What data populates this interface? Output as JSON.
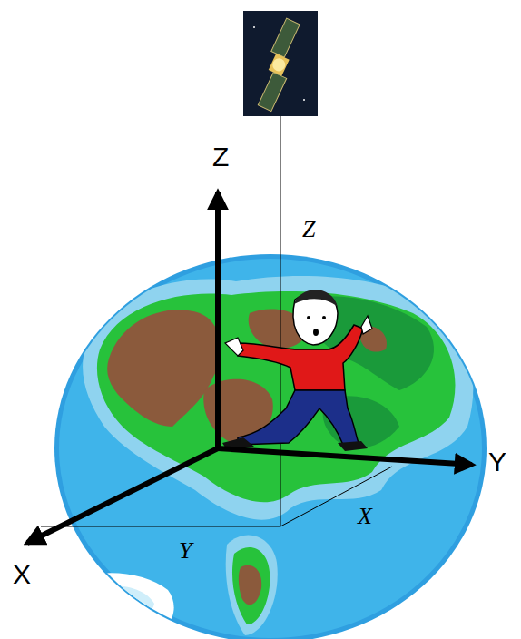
{
  "diagram": {
    "labels": [
      "Z",
      "Z",
      "Y",
      "X",
      "X",
      "Y"
    ]
  }
}
